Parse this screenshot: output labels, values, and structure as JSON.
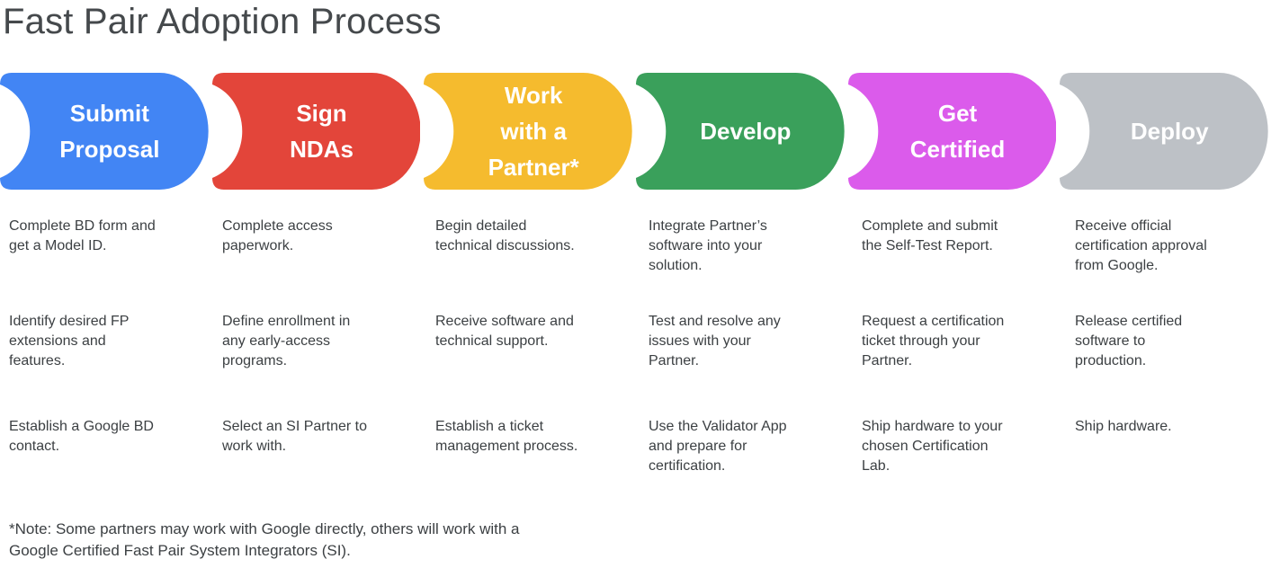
{
  "title": "Fast Pair Adoption Process",
  "colors": {
    "title_text": "#45494C",
    "body_text": "#3C4043",
    "label_text": "#FFFFFF",
    "blue": "#4285F4",
    "red": "#E3453A",
    "yellow": "#F5BB2E",
    "green": "#3AA05B",
    "magenta": "#DB5BEB",
    "gray": "#BDC1C6"
  },
  "steps": [
    {
      "label": "Submit\nProposal",
      "color": "#4285F4",
      "items": [
        "Complete BD form and\nget a Model ID.",
        "Identify desired FP\nextensions and\nfeatures.",
        "Establish a Google BD\ncontact."
      ]
    },
    {
      "label": "Sign\nNDAs",
      "color": "#E3453A",
      "items": [
        "Complete access\npaperwork.",
        "Define enrollment in\nany early-access\nprograms.",
        "Select an SI Partner to\nwork with."
      ]
    },
    {
      "label": "Work\nwith a\nPartner*",
      "color": "#F5BB2E",
      "items": [
        "Begin detailed\ntechnical discussions.",
        "Receive software and\ntechnical support.",
        "Establish a ticket\nmanagement process."
      ]
    },
    {
      "label": "Develop",
      "color": "#3AA05B",
      "items": [
        "Integrate Partner’s\nsoftware into your\nsolution.",
        "Test and resolve any\nissues with your\nPartner.",
        "Use the Validator App\nand prepare for\ncertification."
      ]
    },
    {
      "label": "Get\nCertified",
      "color": "#DB5BEB",
      "items": [
        "Complete and submit\nthe Self-Test Report.",
        "Request a certification\nticket through your\nPartner.",
        "Ship hardware to your\nchosen Certification\nLab."
      ]
    },
    {
      "label": "Deploy",
      "color": "#BDC1C6",
      "items": [
        "Receive official\ncertification approval\nfrom Google.",
        "Release certified\nsoftware to\nproduction.",
        "Ship hardware."
      ]
    }
  ],
  "footnote": "*Note: Some partners may work with Google directly, others will work with a\nGoogle Certified Fast Pair System Integrators (SI)."
}
